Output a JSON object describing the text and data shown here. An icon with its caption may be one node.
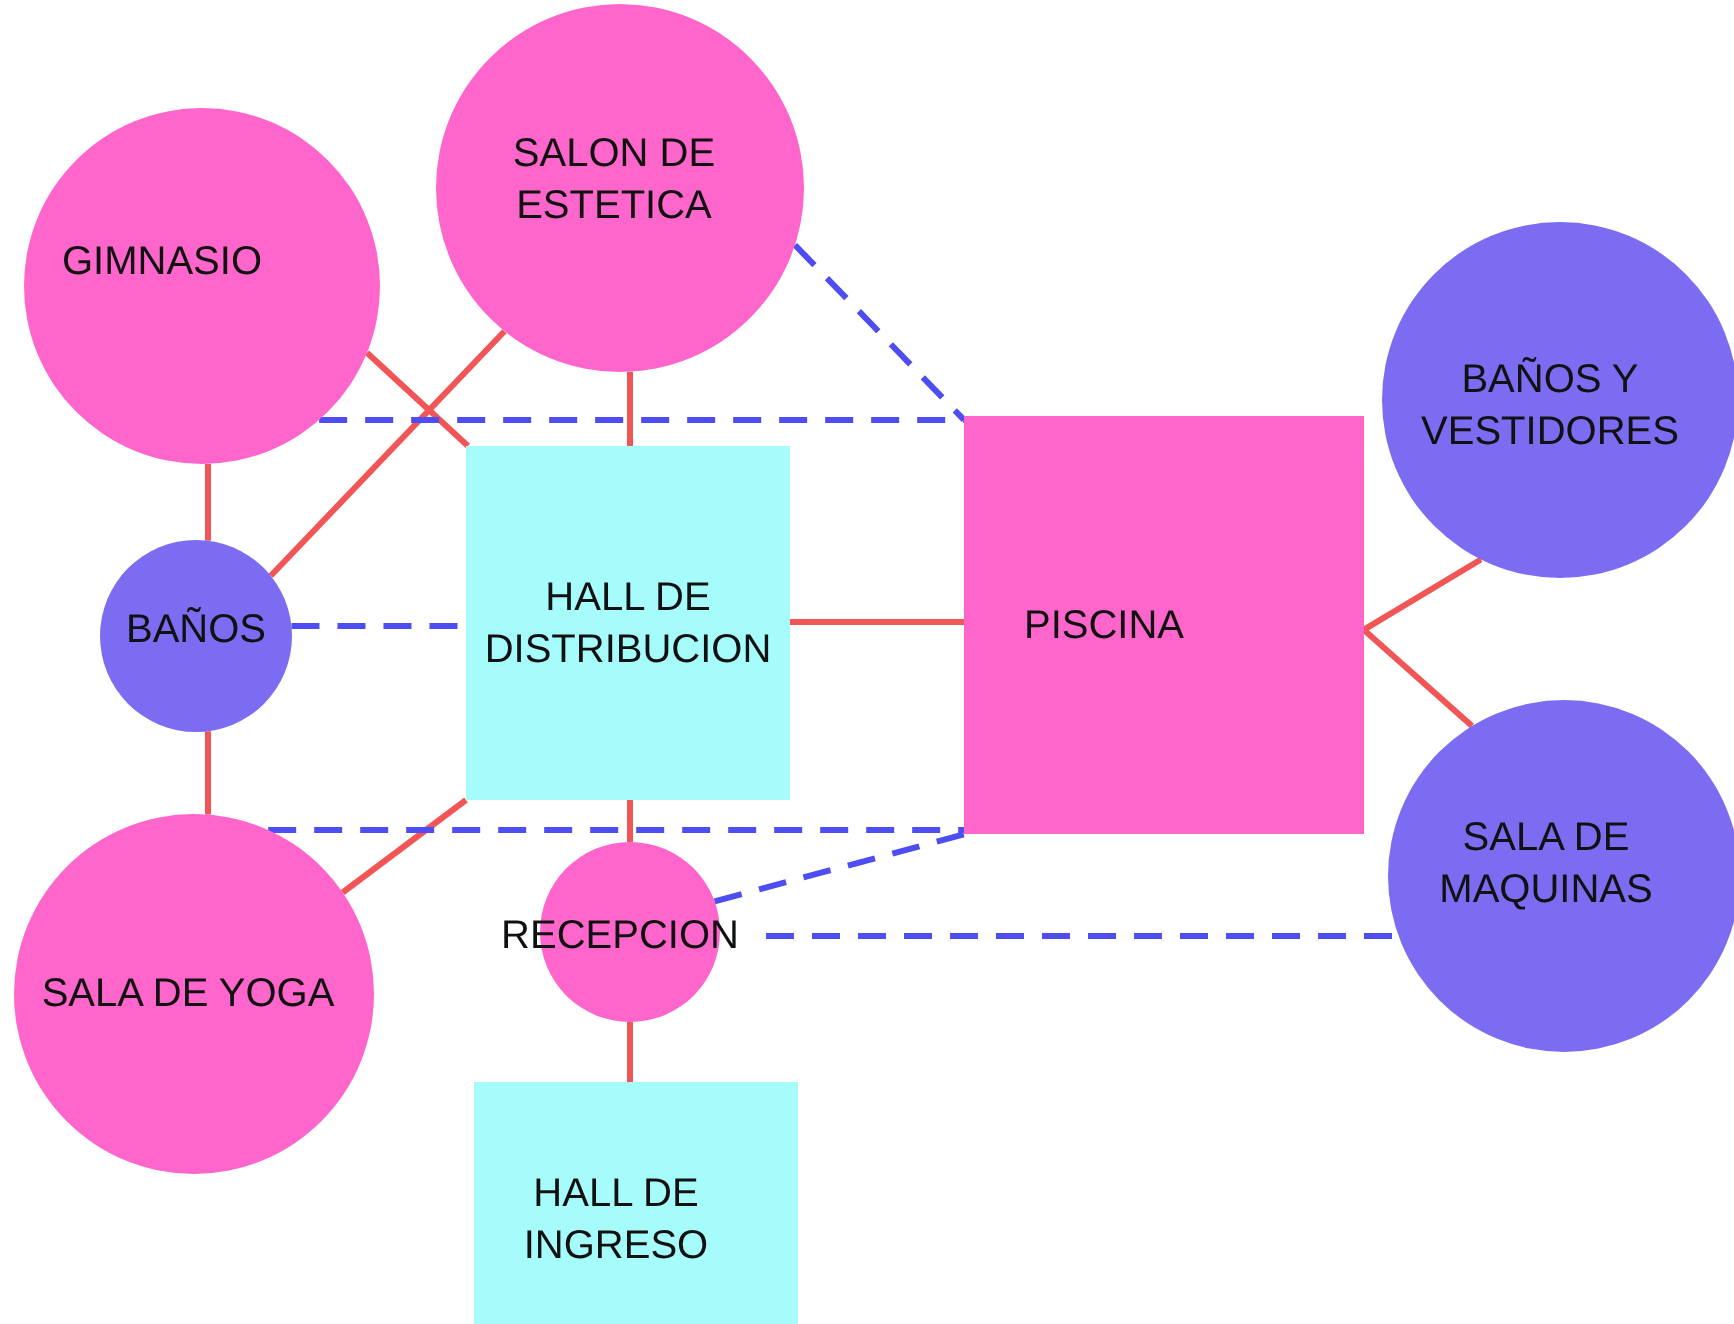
{
  "diagram": {
    "nodes": [
      {
        "text": [
          "GIMNASIO"
        ]
      },
      {
        "text": [
          "SALON DE ESTETICA"
        ]
      },
      {
        "text": [
          "BAÑOS Y VESTIDORES"
        ]
      },
      {
        "text": [
          "BAÑOS"
        ]
      },
      {
        "text": [
          "HALL DE DISTRIBUCION"
        ]
      },
      {
        "text": [
          "PISCINA"
        ]
      },
      {
        "text": [
          "SALA DE YOGA"
        ]
      },
      {
        "text": [
          "RECEPCION"
        ]
      },
      {
        "text": [
          "SALA DE MAQUINAS"
        ]
      },
      {
        "text": [
          "HALL DE INGRESO"
        ]
      }
    ],
    "edges": [
      {
        "from": 0,
        "to": 4,
        "arrow": "none"
      },
      {
        "from": 1,
        "to": 3,
        "arrow": "none"
      },
      {
        "from": 1,
        "to": 4,
        "arrow": "none"
      },
      {
        "from": 0,
        "to": 3,
        "arrow": "none"
      },
      {
        "from": 3,
        "to": 6,
        "arrow": "none"
      },
      {
        "from": 4,
        "to": 5,
        "arrow": "none"
      },
      {
        "from": 6,
        "to": 4,
        "arrow": "none"
      },
      {
        "from": 4,
        "to": 7,
        "arrow": "none"
      },
      {
        "from": 7,
        "to": 9,
        "arrow": "none"
      },
      {
        "from": 5,
        "to": 2,
        "arrow": "none"
      },
      {
        "from": 5,
        "to": 8,
        "arrow": "none"
      },
      {
        "from": 1,
        "to": 5,
        "arrow": "none",
        "style": "dashed",
        "color": "#4d4df2"
      },
      {
        "from": 0,
        "to": 5,
        "arrow": "none",
        "style": "dashed",
        "color": "#4d4df2"
      },
      {
        "from": 3,
        "to": 4,
        "arrow": "none",
        "style": "dashed",
        "color": "#4d4df2"
      },
      {
        "from": 6,
        "to": 5,
        "arrow": "none",
        "style": "dashed",
        "color": "#4d4df2"
      },
      {
        "from": 7,
        "to": 5,
        "arrow": "none",
        "style": "dashed",
        "color": "#4d4df2"
      },
      {
        "from": 7,
        "to": 8,
        "arrow": "none",
        "style": "dashed",
        "color": "#4d4df2"
      }
    ]
  }
}
